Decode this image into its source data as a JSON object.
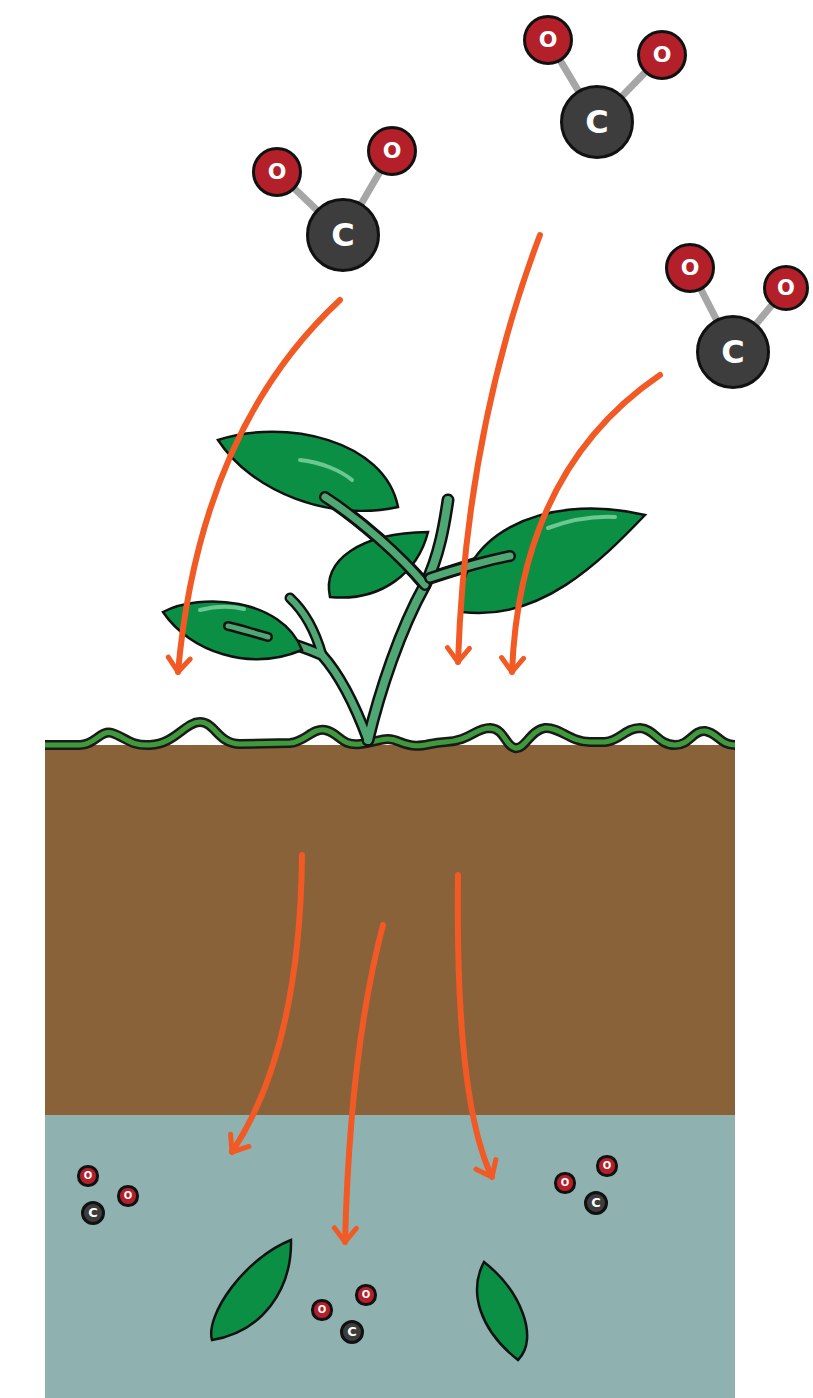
{
  "diagram": {
    "nodes": [
      {
        "text": [
          "O"
        ]
      },
      {
        "text": [
          "O"
        ]
      },
      {
        "text": [
          "C"
        ]
      },
      {
        "text": [
          "O"
        ]
      },
      {
        "text": [
          "O"
        ]
      },
      {
        "text": [
          "C"
        ]
      },
      {
        "text": [
          "O"
        ]
      },
      {
        "text": [
          "O"
        ]
      },
      {
        "text": [
          "C"
        ]
      },
      {
        "text": [
          "O"
        ]
      },
      {
        "text": [
          "O"
        ]
      },
      {
        "text": [
          "C"
        ]
      },
      {
        "text": [
          "O"
        ]
      },
      {
        "text": [
          "O"
        ]
      },
      {
        "text": [
          "C"
        ]
      },
      {
        "text": [
          "O"
        ]
      },
      {
        "text": [
          "O"
        ]
      },
      {
        "text": [
          "C"
        ]
      }
    ],
    "edges": [
      {
        "from": 2,
        "to": 0,
        "arrow": "none"
      },
      {
        "from": 2,
        "to": 1,
        "arrow": "none"
      },
      {
        "from": 5,
        "to": 3,
        "arrow": "none"
      },
      {
        "from": 5,
        "to": 4,
        "arrow": "none"
      },
      {
        "from": 8,
        "to": 6,
        "arrow": "none"
      },
      {
        "from": 8,
        "to": 7,
        "arrow": "none"
      }
    ]
  }
}
